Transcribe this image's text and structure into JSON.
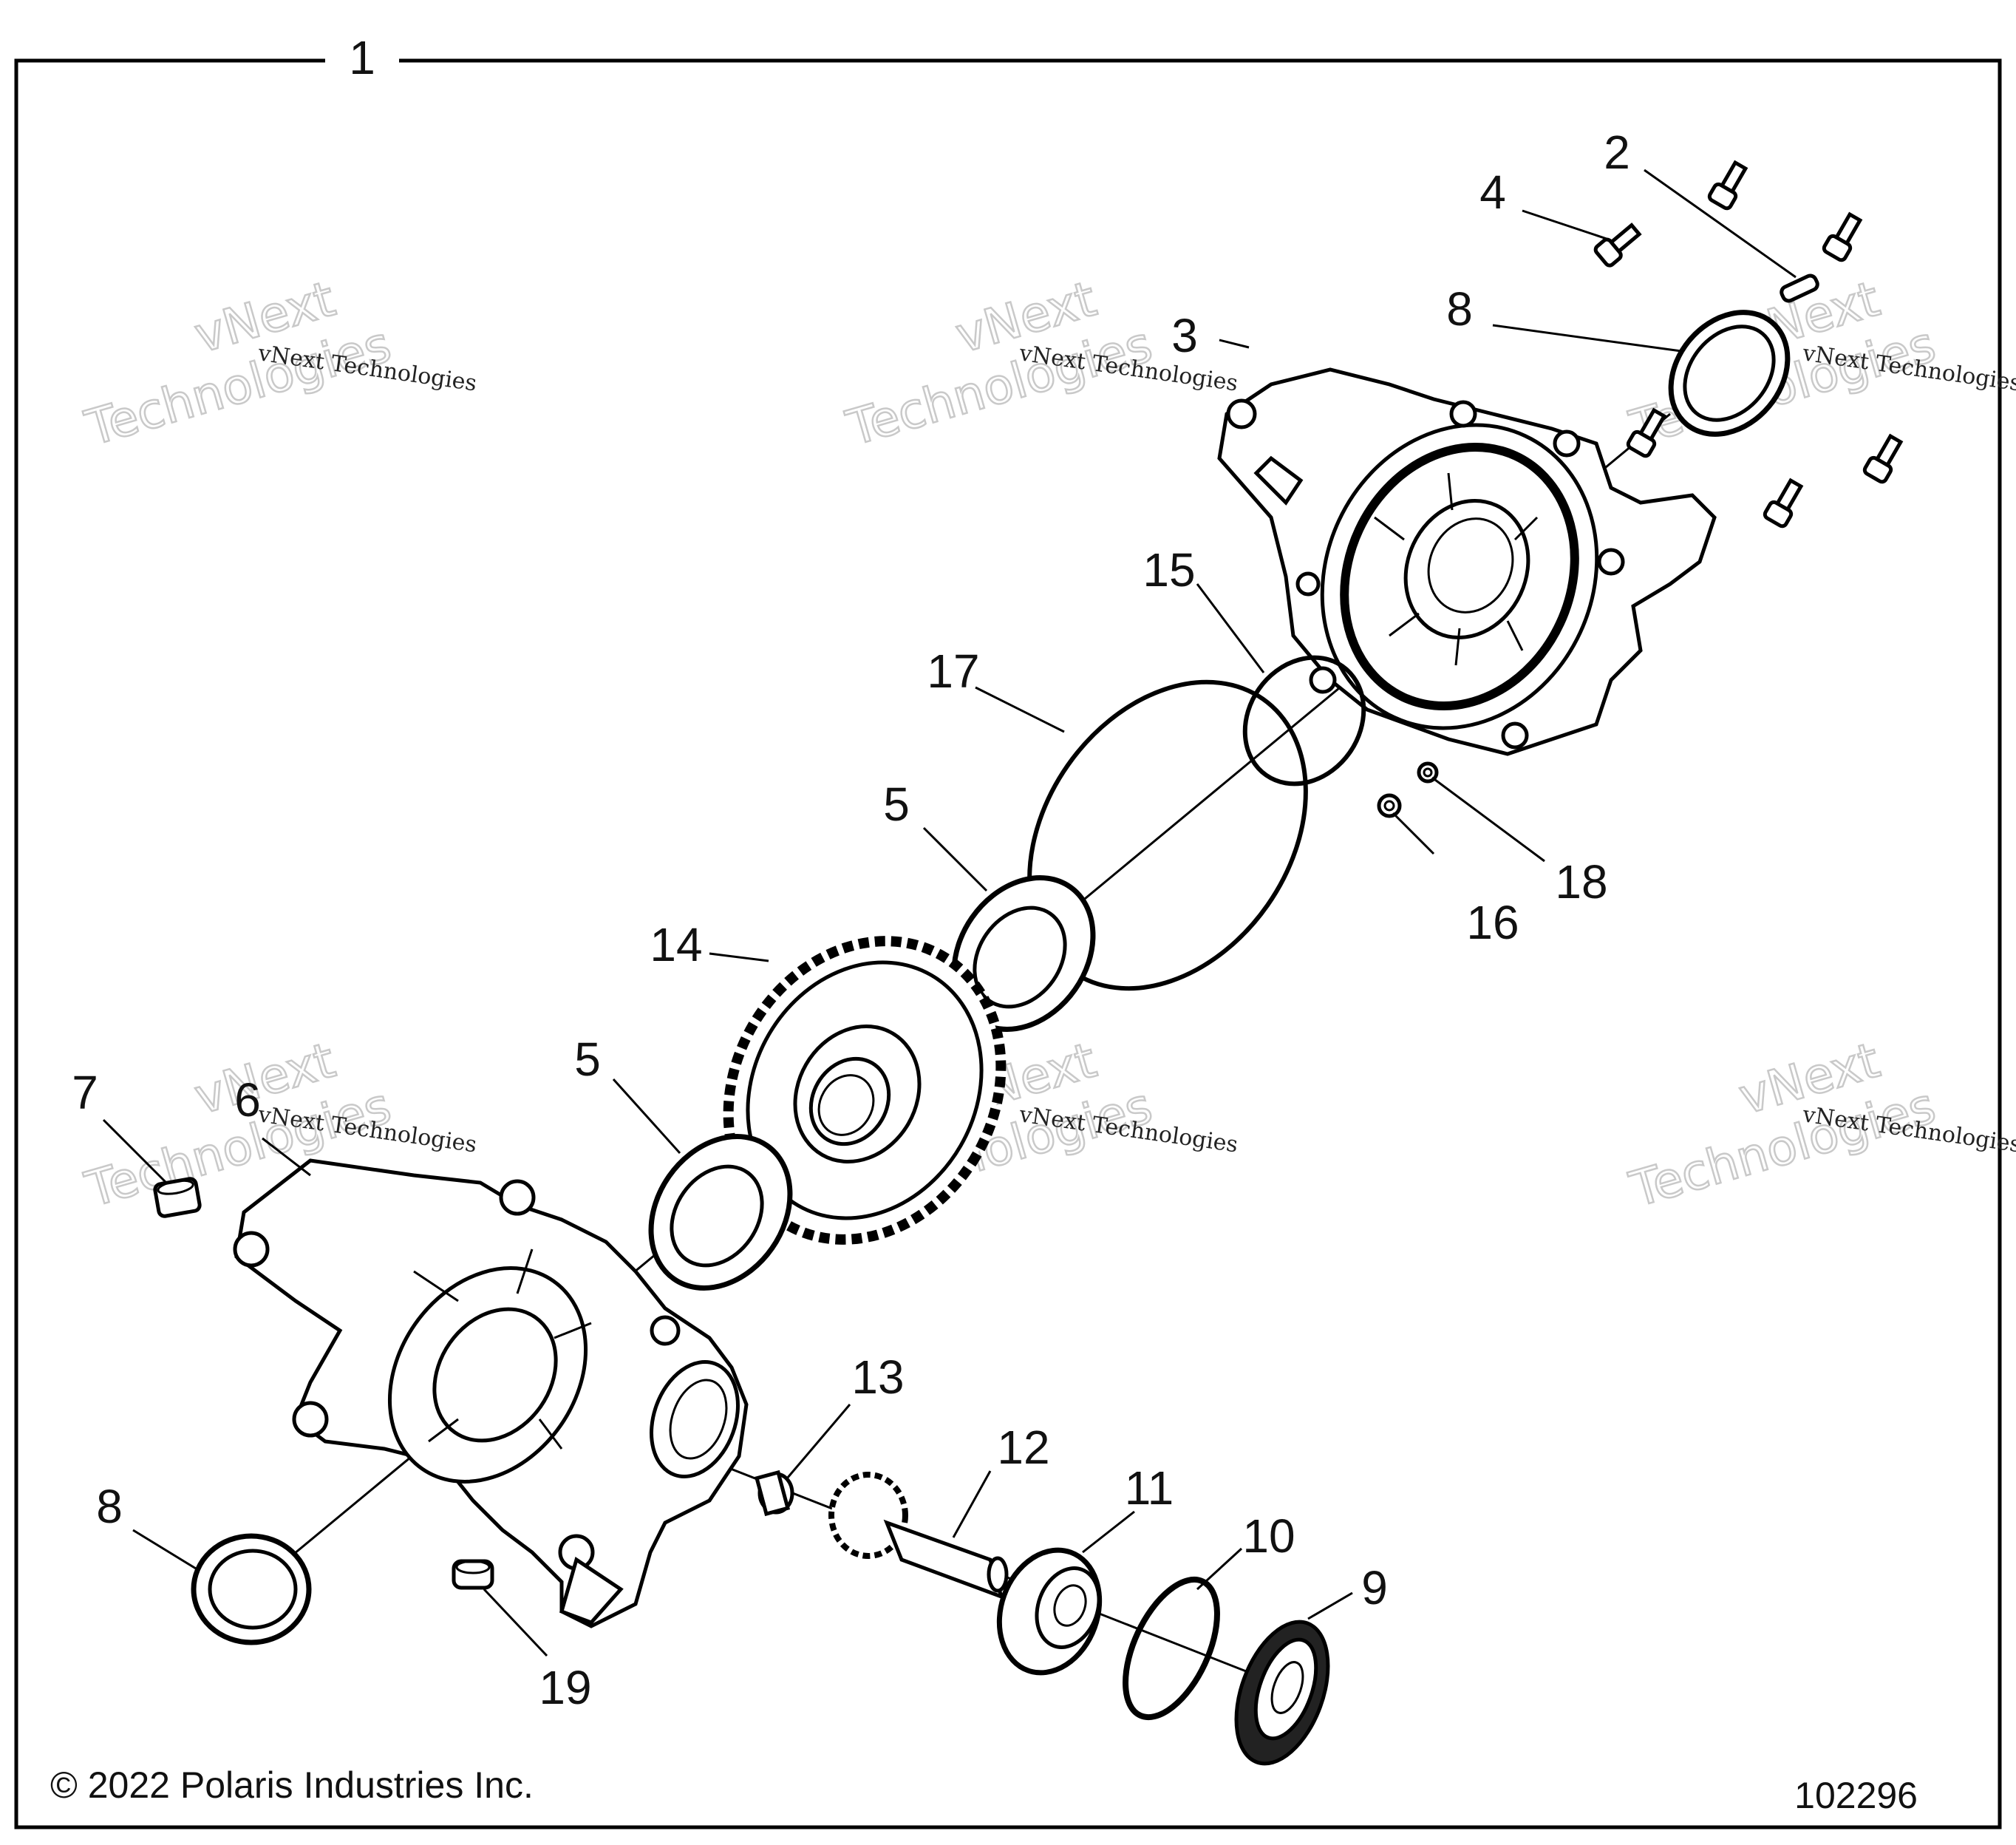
{
  "callouts": {
    "c1": "1",
    "c2": "2",
    "c3": "3",
    "c4": "4",
    "c5a": "5",
    "c5b": "5",
    "c6": "6",
    "c7": "7",
    "c8a": "8",
    "c8b": "8",
    "c9": "9",
    "c10": "10",
    "c11": "11",
    "c12": "12",
    "c13": "13",
    "c14": "14",
    "c15": "15",
    "c16": "16",
    "c17": "17",
    "c18": "18",
    "c19": "19"
  },
  "watermark": {
    "small": "vNext Technologies",
    "big_line1": "vNext",
    "big_line2": "Technologies"
  },
  "footer": {
    "copyright": "© 2022 Polaris Industries Inc.",
    "diagram_number": "102296"
  }
}
